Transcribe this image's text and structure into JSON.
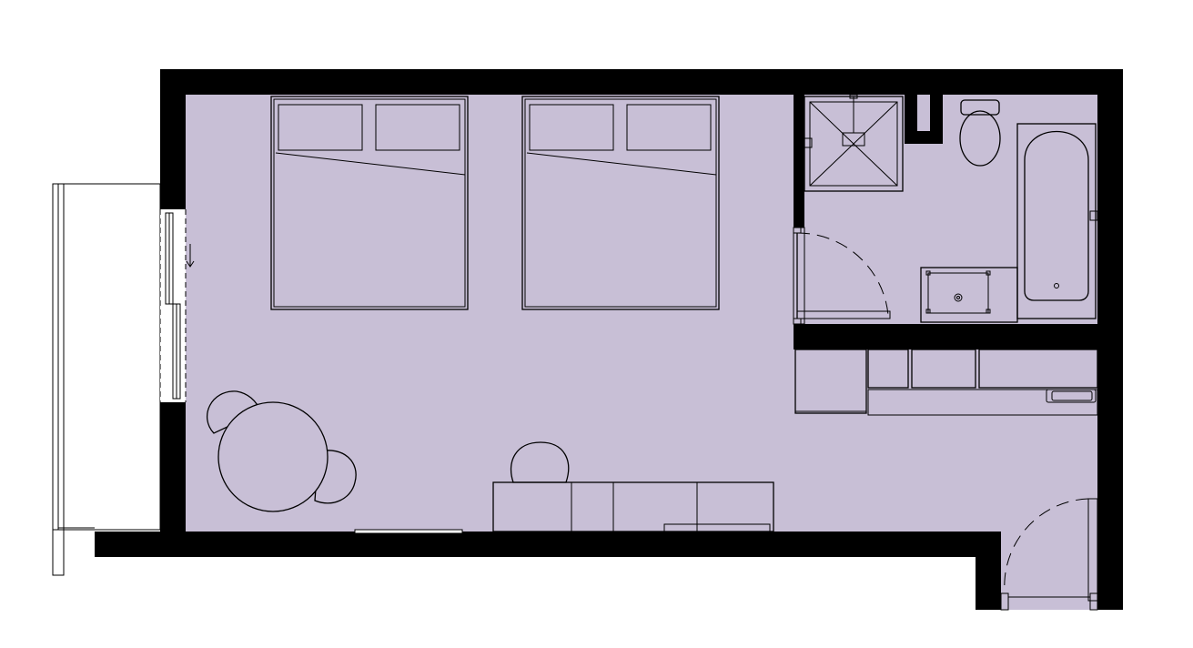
{
  "colors": {
    "floor": "#c8bfd6",
    "wall": "#000000",
    "background": "#ffffff",
    "stroke": "#000000"
  },
  "rooms": [
    "bedroom",
    "bathroom",
    "kitchenette",
    "balcony",
    "entry"
  ],
  "furniture": [
    "bed",
    "bed",
    "dining-table",
    "chair",
    "chair",
    "desk-chair",
    "desk-unit",
    "wardrobe"
  ],
  "fixtures": [
    "shower",
    "toilet",
    "bathtub",
    "washbasin",
    "kitchen-sink",
    "bathroom-door",
    "entry-door",
    "balcony-sliding-door"
  ]
}
